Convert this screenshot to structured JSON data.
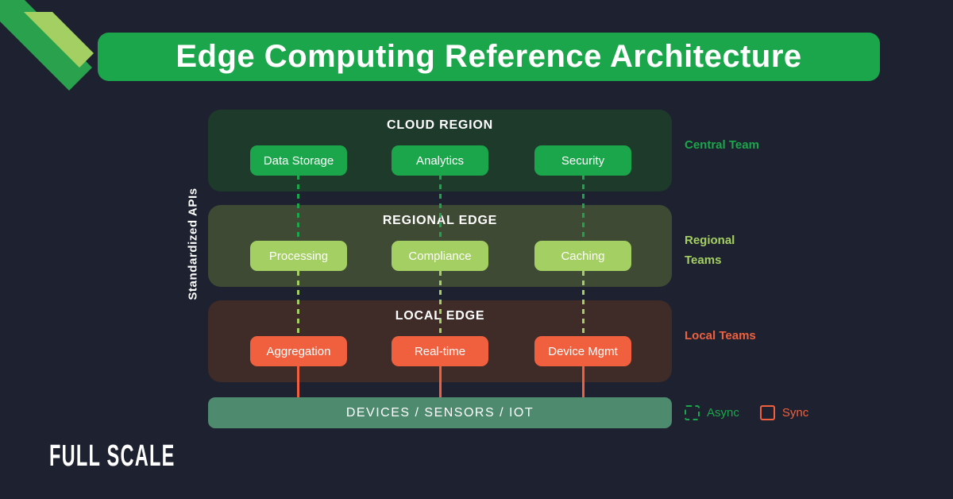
{
  "header": {
    "title": "Edge Computing Reference Architecture"
  },
  "left_axis": {
    "label": "Standardized APIs"
  },
  "layers": [
    {
      "title": "CLOUD REGION",
      "team": "Central Team",
      "nodes": [
        "Data Storage",
        "Analytics",
        "Security"
      ]
    },
    {
      "title": "REGIONAL EDGE",
      "team": "Regional Teams",
      "nodes": [
        "Processing",
        "Compliance",
        "Caching"
      ]
    },
    {
      "title": "LOCAL EDGE",
      "team": "Local Teams",
      "nodes": [
        "Aggregation",
        "Real-time",
        "Device Mgmt"
      ]
    }
  ],
  "base_bar": {
    "label": "DEVICES / SENSORS / IOT"
  },
  "legend": {
    "async": "Async",
    "sync": "Sync"
  },
  "brand": {
    "logo_text": "FULL SCALE"
  },
  "colors": {
    "background": "#1e2230",
    "green": "#1ca64b",
    "lime": "#a4cf62",
    "orange": "#f0603e",
    "teal_bar": "#4d8a6e",
    "cloud_box": "#1e3a2b",
    "regional_box": "#3f4a34",
    "local_box": "#3f2b28"
  }
}
